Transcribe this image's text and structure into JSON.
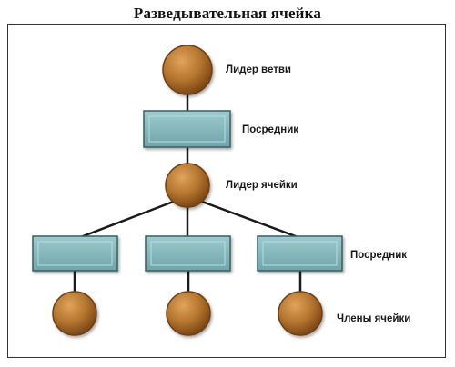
{
  "title": "Разведывательная ячейка",
  "labels": {
    "branch_leader": "Лидер ветви",
    "mediator_top": "Посредник",
    "cell_leader": "Лидер ячейки",
    "mediator_bottom": "Посредник",
    "cell_members": "Члены ячейки"
  },
  "colors": {
    "circle_fill": "#b5762f",
    "circle_stroke": "#6e3f12",
    "box_fill": "#80b5b9",
    "box_stroke": "#3a5f62",
    "line": "#1a1a1a"
  }
}
